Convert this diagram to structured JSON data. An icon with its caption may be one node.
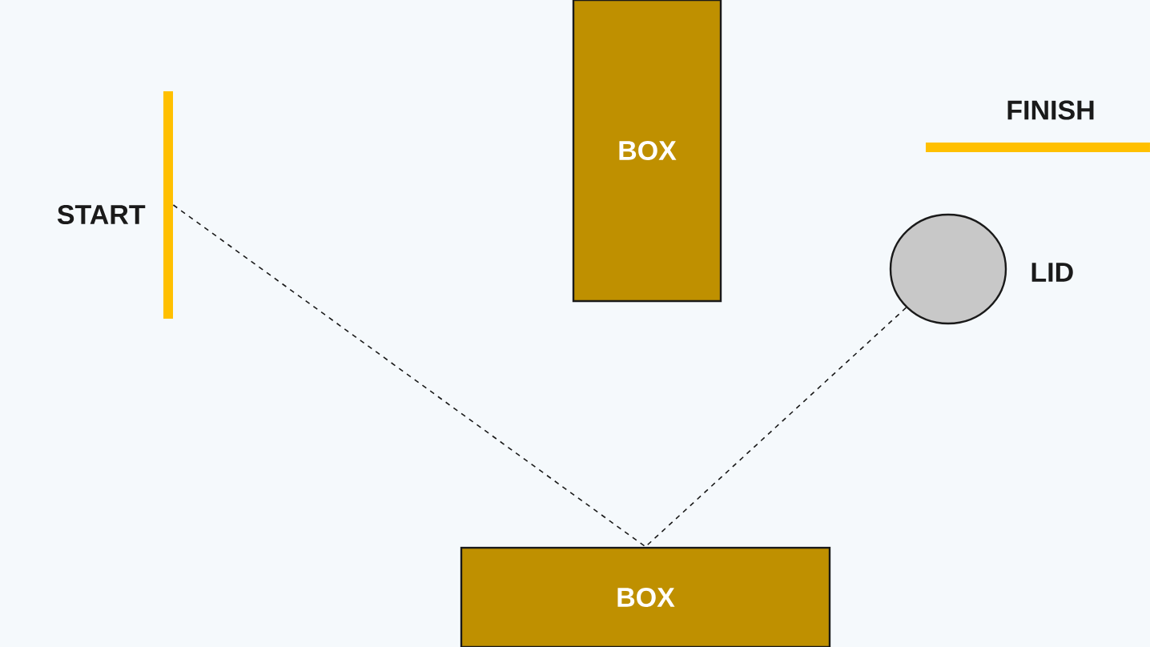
{
  "diagram": {
    "nodes": [
      {
        "text": [
          "START"
        ]
      },
      {
        "text": [
          "BOX"
        ]
      },
      {
        "text": [
          "FINISH"
        ]
      },
      {
        "text": [
          "LID"
        ]
      },
      {
        "text": [
          "BOX"
        ]
      }
    ],
    "edges": [
      {
        "from": 0,
        "to": 4,
        "arrow": "none",
        "style": "dashed"
      },
      {
        "from": 3,
        "to": 4,
        "arrow": "none",
        "style": "dashed"
      }
    ]
  }
}
